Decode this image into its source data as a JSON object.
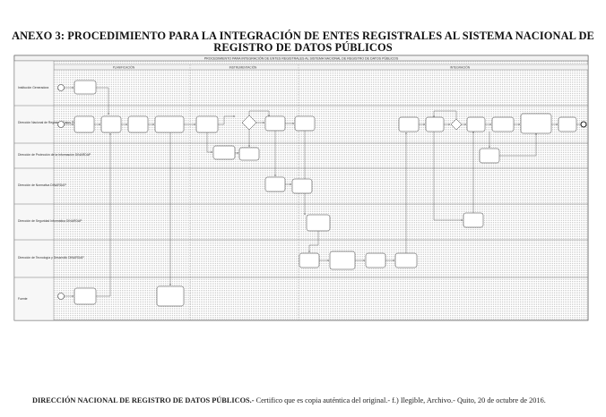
{
  "title": {
    "line1": "ANEXO 3: PROCEDIMIENTO PARA LA INTEGRACIÓN DE ENTES REGISTRALES AL SISTEMA NACIONAL DE",
    "line2": "REGISTRO DE DATOS PÚBLICOS"
  },
  "diagram": {
    "pool_title": "PROCEDIMIENTO PARA INTEGRACIÓN DE ENTES REGISTRALES AL SISTEMA NACIONAL DE REGISTRO DE DATOS PÚBLICOS",
    "phases": [
      "PLANIFICACIÓN",
      "INSTRUMENTACIÓN",
      "INTEGRACIÓN"
    ],
    "lanes": [
      "Institución Generadora",
      "Dirección Nacional de Registro y Datos Públicos",
      "Dirección de Protección de la Información DINARDAP",
      "Dirección de Normativa DINARDAP",
      "Dirección de Seguridad Informática DINARDAP",
      "Dirección de Tecnología y Desarrollo DINARDAP",
      "Fuente"
    ]
  },
  "footer": {
    "bold": "DIRECCIÓN NACIONAL DE REGISTRO DE DATOS PÚBLICOS.-",
    "text": " Certifico que es copia auténtica del original.- f.) Ilegible, Archivo.- Quito, 20 de octubre de 2016."
  }
}
